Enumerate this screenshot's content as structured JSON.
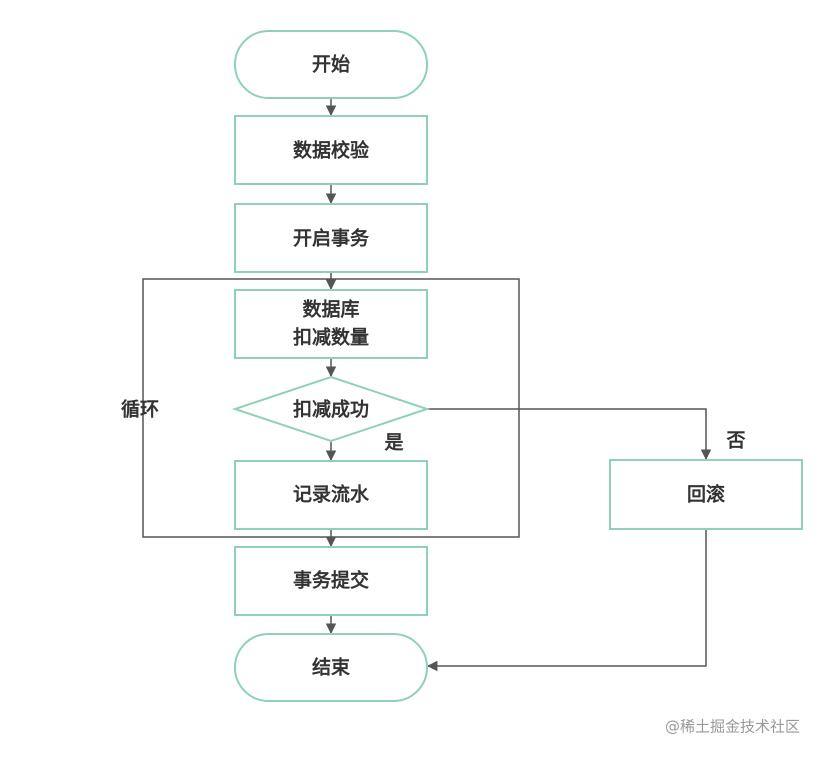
{
  "flowchart": {
    "colors": {
      "node_stroke": "#8fd1b4",
      "node_fill": "#ffffff",
      "edge": "#555555",
      "text": "#333333"
    },
    "nodes": {
      "start": "开始",
      "validate": "数据校验",
      "begin_tx": "开启事务",
      "deduct_line1": "数据库",
      "deduct_line2": "扣减数量",
      "decision": "扣减成功",
      "record": "记录流水",
      "commit": "事务提交",
      "rollback": "回滚",
      "end": "结束"
    },
    "labels": {
      "loop": "循环",
      "yes": "是",
      "no": "否"
    }
  },
  "watermark": "@稀土掘金技术社区"
}
